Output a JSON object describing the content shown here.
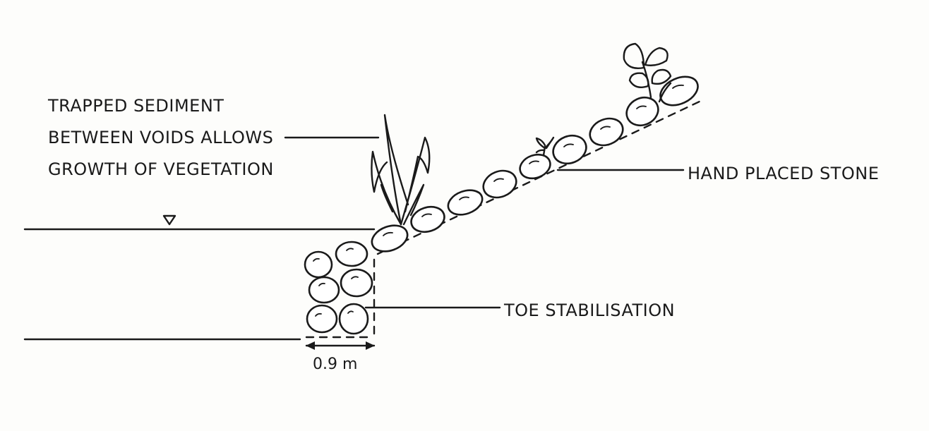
{
  "annotations": {
    "sediment_line1": "TRAPPED SEDIMENT",
    "sediment_line2": "BETWEEN VOIDS ALLOWS",
    "sediment_line3": "GROWTH OF VEGETATION",
    "hand_placed": "HAND PLACED STONE",
    "toe": "TOE STABILISATION",
    "dimension": "0.9 m"
  },
  "symbols": {
    "water_level": "water-level-triangle-icon"
  },
  "colors": {
    "ink": "#1a1a1a",
    "paper": "#fdfdfb"
  }
}
